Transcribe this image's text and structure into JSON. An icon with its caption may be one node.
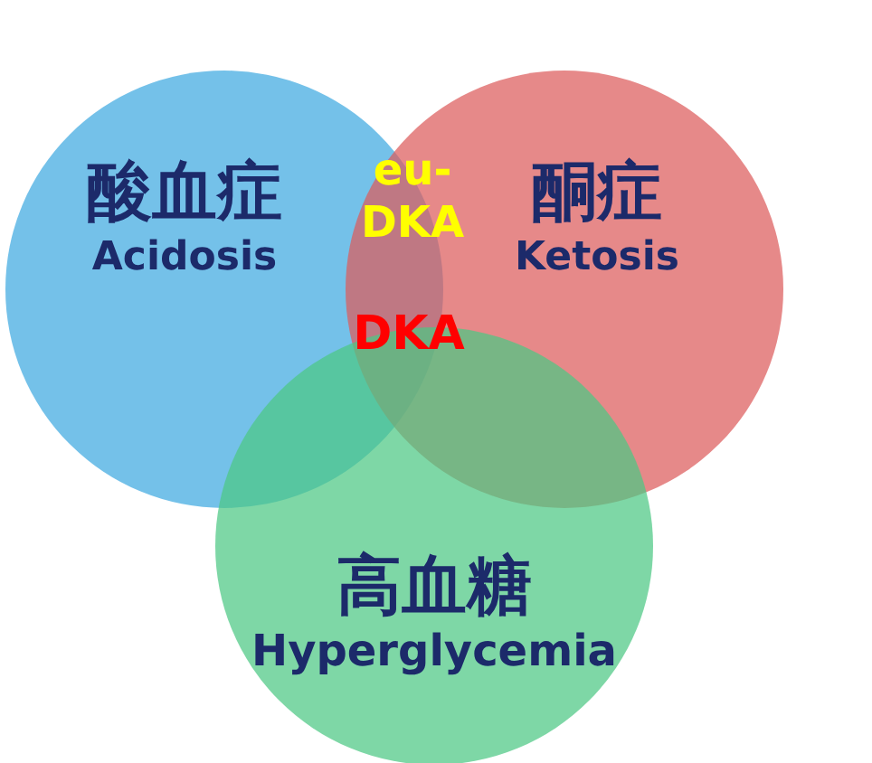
{
  "diagram": {
    "nodes": [
      {
        "text": [
          "酸血症",
          "Acidosis"
        ]
      },
      {
        "text": [
          "酮症",
          "Ketosis"
        ]
      },
      {
        "text": [
          "高血糖",
          "Hyperglycemia"
        ]
      }
    ],
    "edges": [],
    "labels": [
      "eu-DKA",
      "DKA"
    ]
  }
}
